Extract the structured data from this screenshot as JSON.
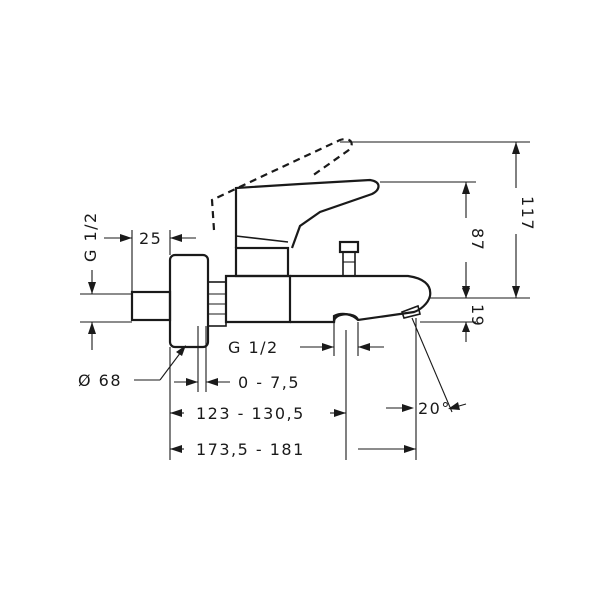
{
  "dimensions": {
    "thread_inlet": "G 1/2",
    "depth_25": "25",
    "flange_diameter": "Ø 68",
    "offset_adjust": "0 - 7,5",
    "thread_outlet": "G 1/2",
    "spout_to_center": "123 - 130,5",
    "overall_length": "173,5 - 181",
    "height_117": "117",
    "height_87": "87",
    "height_19": "19",
    "spout_angle": "20°"
  },
  "colors": {
    "line": "#1a1a1a",
    "background": "#ffffff"
  }
}
